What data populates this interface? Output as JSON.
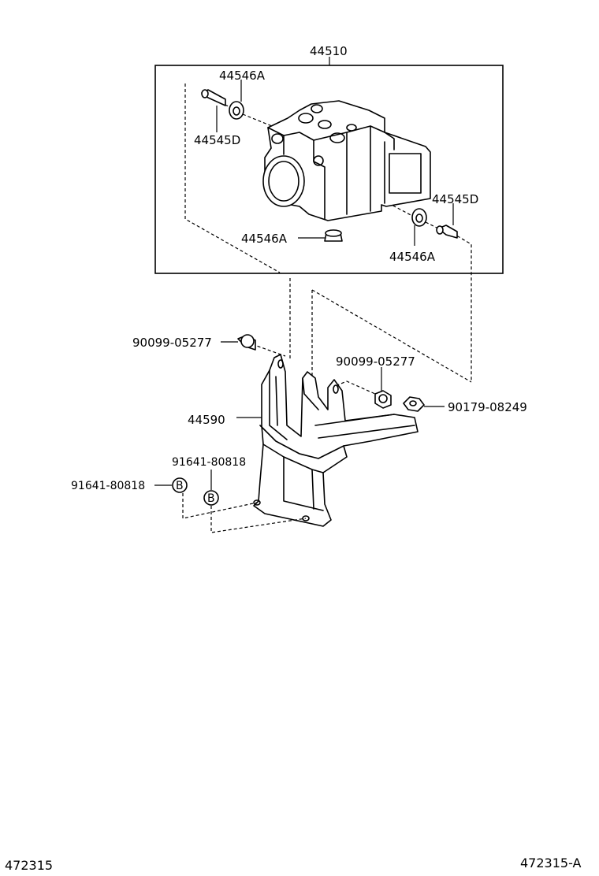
{
  "labels": {
    "p44510": "44510",
    "p44546a_top": "44546A",
    "p44545d_left": "44545D",
    "p44545d_right": "44545D",
    "p44546a_mid": "44546A",
    "p44546a_right": "44546A",
    "p90099_left": "90099-05277",
    "p90099_right": "90099-05277",
    "p90179": "90179-08249",
    "p44590": "44590",
    "p91641_top": "91641-80818",
    "p91641_left": "91641-80818",
    "mark_b": "B"
  },
  "footer": {
    "left": "472315",
    "right": "472315-A"
  }
}
